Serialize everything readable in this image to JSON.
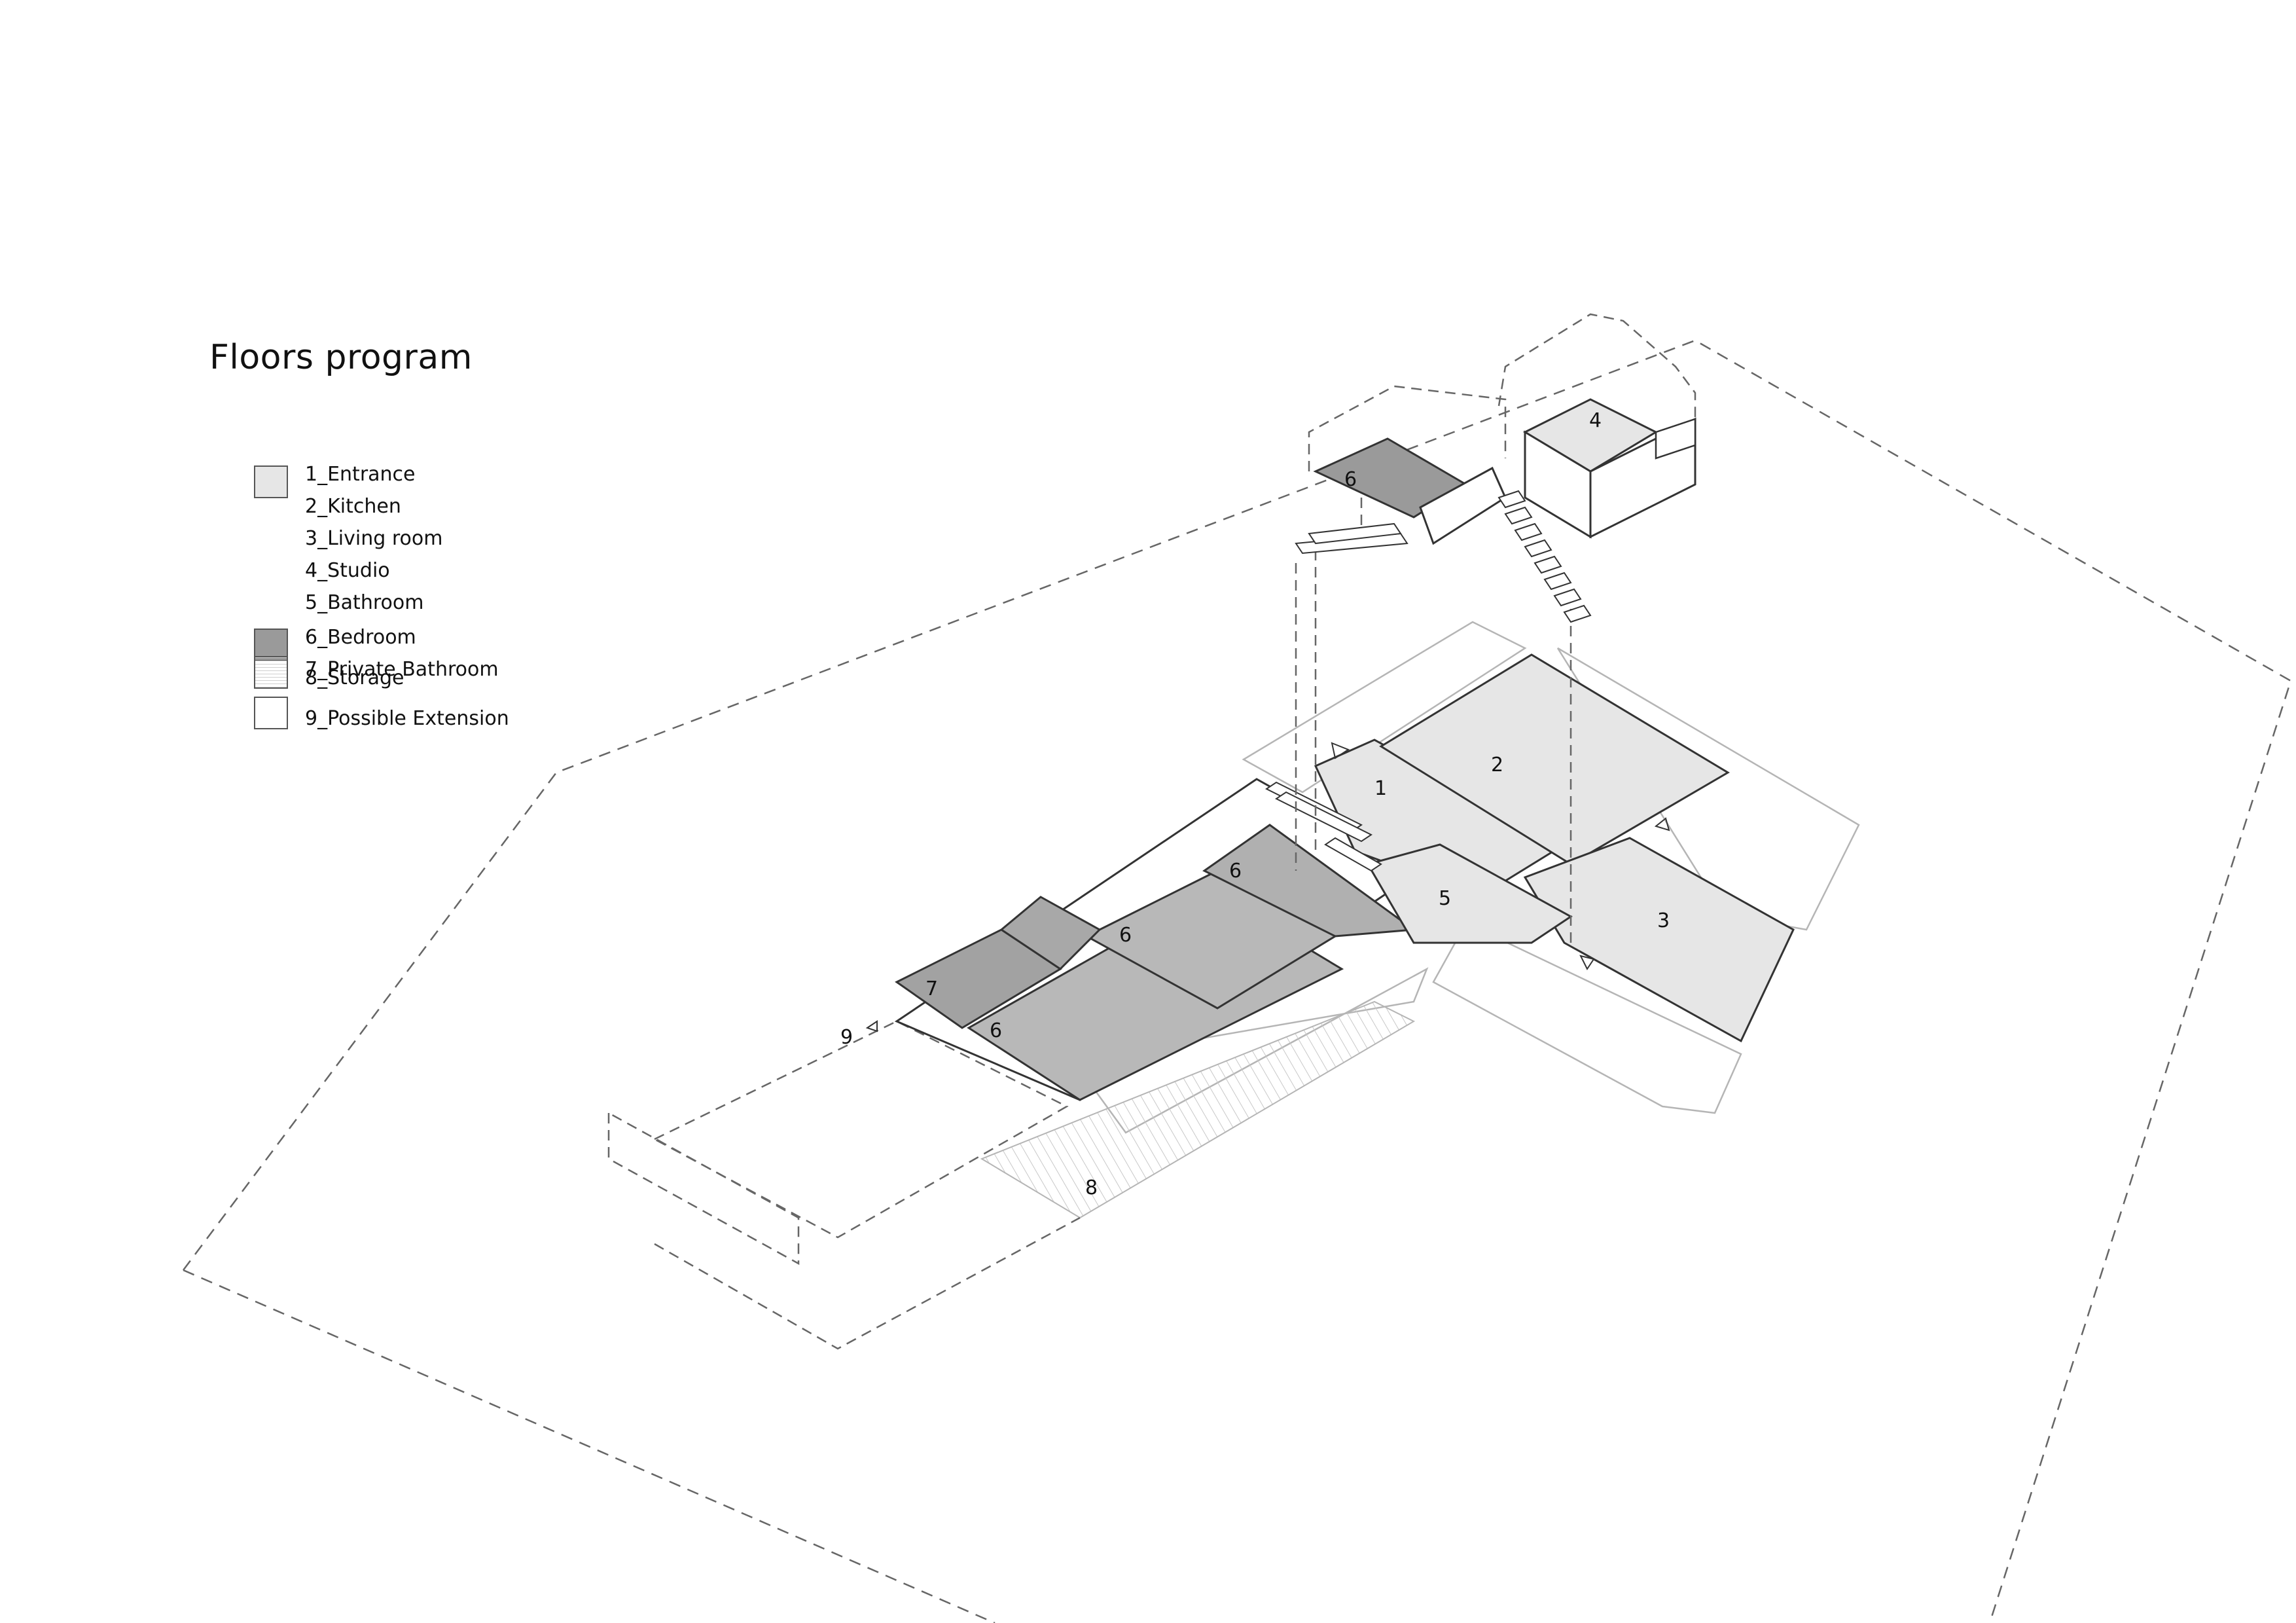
{
  "title": "Floors program",
  "legend": [
    {
      "swatch": "#e6e6e6",
      "pattern": "solid",
      "items": [
        "1_Entrance",
        "2_Kitchen",
        "3_Living room",
        "4_Studio",
        "5_Bathroom"
      ]
    },
    {
      "swatch": "#9a9a9a",
      "pattern": "solid",
      "items": [
        "6_Bedroom",
        "7_Private Bathroom"
      ]
    },
    {
      "swatch": "#ffffff",
      "pattern": "lines",
      "items": [
        "8_Storage"
      ]
    },
    {
      "swatch": "#ffffff",
      "pattern": "solid",
      "items": [
        "9_Possible Extension"
      ]
    }
  ],
  "room_labels": {
    "r1": "1",
    "r2": "2",
    "r3": "3",
    "r4": "4",
    "r5": "5",
    "r6_upper": "6",
    "r6_a": "6",
    "r6_b": "6",
    "r6_c": "6",
    "r7": "7",
    "r8": "8",
    "r9": "9"
  },
  "colors": {
    "light_fill": "#e6e6e6",
    "dark_fill": "#9a9a9a",
    "mid_fill": "#b8b8b8",
    "line": "#333333",
    "faint_line": "#b5b5b5",
    "dashed_line": "#666666"
  }
}
